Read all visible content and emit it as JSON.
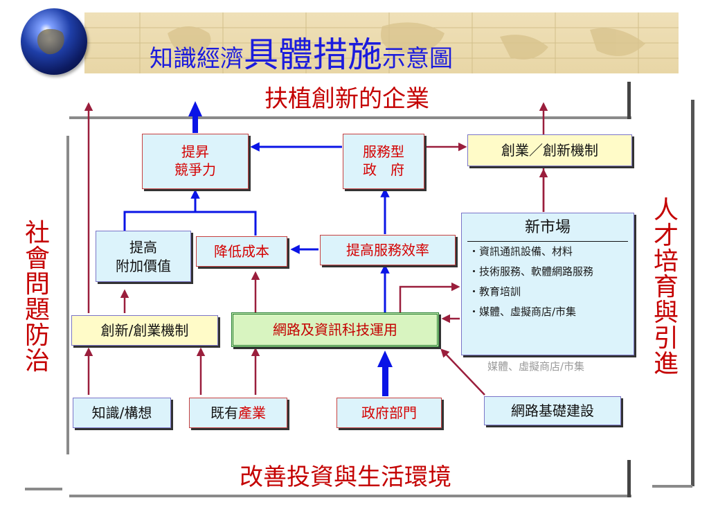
{
  "title": {
    "part1": "知識經濟",
    "part2": "具體措施",
    "part3": "示意圖"
  },
  "top_label": "扶植創新的企業",
  "bottom_label": "改善投資與生活環境",
  "left_label": [
    "社",
    "會",
    "問",
    "題",
    "防",
    "治"
  ],
  "right_label": [
    "人",
    "才",
    "培",
    "育",
    "與",
    "引",
    "進"
  ],
  "boxes": {
    "competitiveness": [
      "提昇",
      "競爭力"
    ],
    "service_gov": [
      "服務型",
      "政　府"
    ],
    "startup_mechanism_top": "創業／創新機制",
    "value_added": [
      "提高",
      "附加價值"
    ],
    "reduce_cost": "降低成本",
    "service_efficiency": "提高服務效率",
    "innovation_mechanism": "創新/創業機制",
    "ict_application": "網路及資訊科技運用",
    "knowledge": "知識/構想",
    "existing_industry": {
      "a": "既有",
      "b": "產業"
    },
    "government": "政府部門",
    "infrastructure": "網路基礎建設"
  },
  "new_market": {
    "title": "新市場",
    "items": [
      "・資訊通訊設備、材料",
      "・技術服務、軟體網路服務",
      "・教育培訓",
      "・媒體、虛擬商店/市集"
    ],
    "shadow_text": "媒體、虛擬商店/市集"
  },
  "colors": {
    "accent_blue": "#1c1cdc",
    "red_text": "#c40000",
    "arrow_blue": "#0a14e6",
    "arrow_maroon": "#9a1e3c"
  }
}
